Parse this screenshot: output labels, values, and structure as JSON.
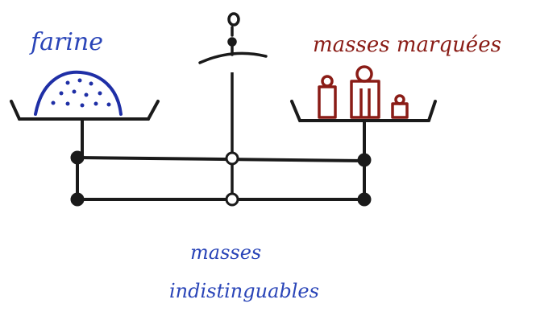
{
  "labels": {
    "left_pan": "farine",
    "right_pan": "masses marquées",
    "bottom_line1": "masses",
    "bottom_line2": "indistinguables"
  },
  "colors": {
    "ink": "#1a1a1a",
    "blue_ink": "#2a45b8",
    "flour_outline": "#1f2fa6",
    "weights": "#8a1c16"
  },
  "diagram_parts": [
    "left-pan",
    "flour-pile",
    "right-pan",
    "marked-weights",
    "central-pointer",
    "balance-linkage"
  ]
}
